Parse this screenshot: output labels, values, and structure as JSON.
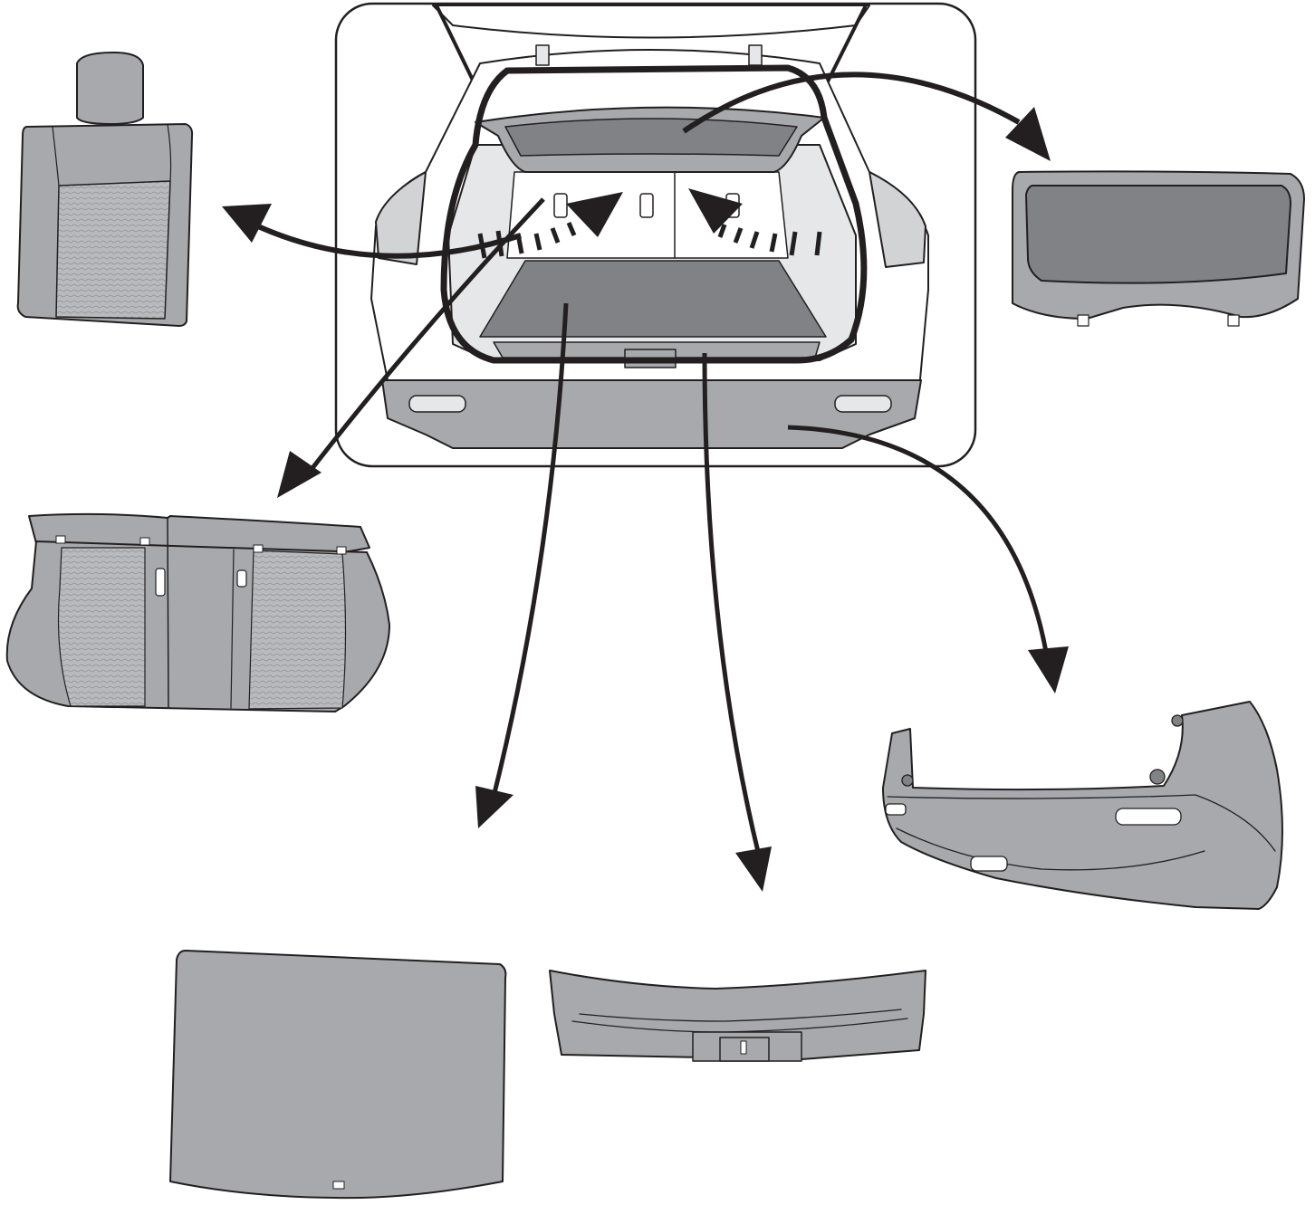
{
  "colors": {
    "outline": "#231f20",
    "part_fill": "#a7a9ac",
    "dark_fill": "#808285",
    "light_fill": "#e6e7e8",
    "inner_light": "#f1f2f2",
    "background": "#ffffff"
  },
  "diagram": {
    "center_view": "vehicle-rear-cargo-area",
    "parts": [
      {
        "id": "rear-seatback",
        "arrow": "arrow-to-seatback"
      },
      {
        "id": "rear-seat-cushion",
        "arrow": "arrow-to-seat-cushion"
      },
      {
        "id": "cargo-floor-mat",
        "arrow": "arrow-to-floor-mat"
      },
      {
        "id": "rear-scuff-plate",
        "arrow": "arrow-to-scuff-plate"
      },
      {
        "id": "rear-bumper-cover",
        "arrow": "arrow-to-bumper-cover"
      },
      {
        "id": "tonneau-cover",
        "arrow": "arrow-to-tonneau-cover"
      }
    ]
  }
}
